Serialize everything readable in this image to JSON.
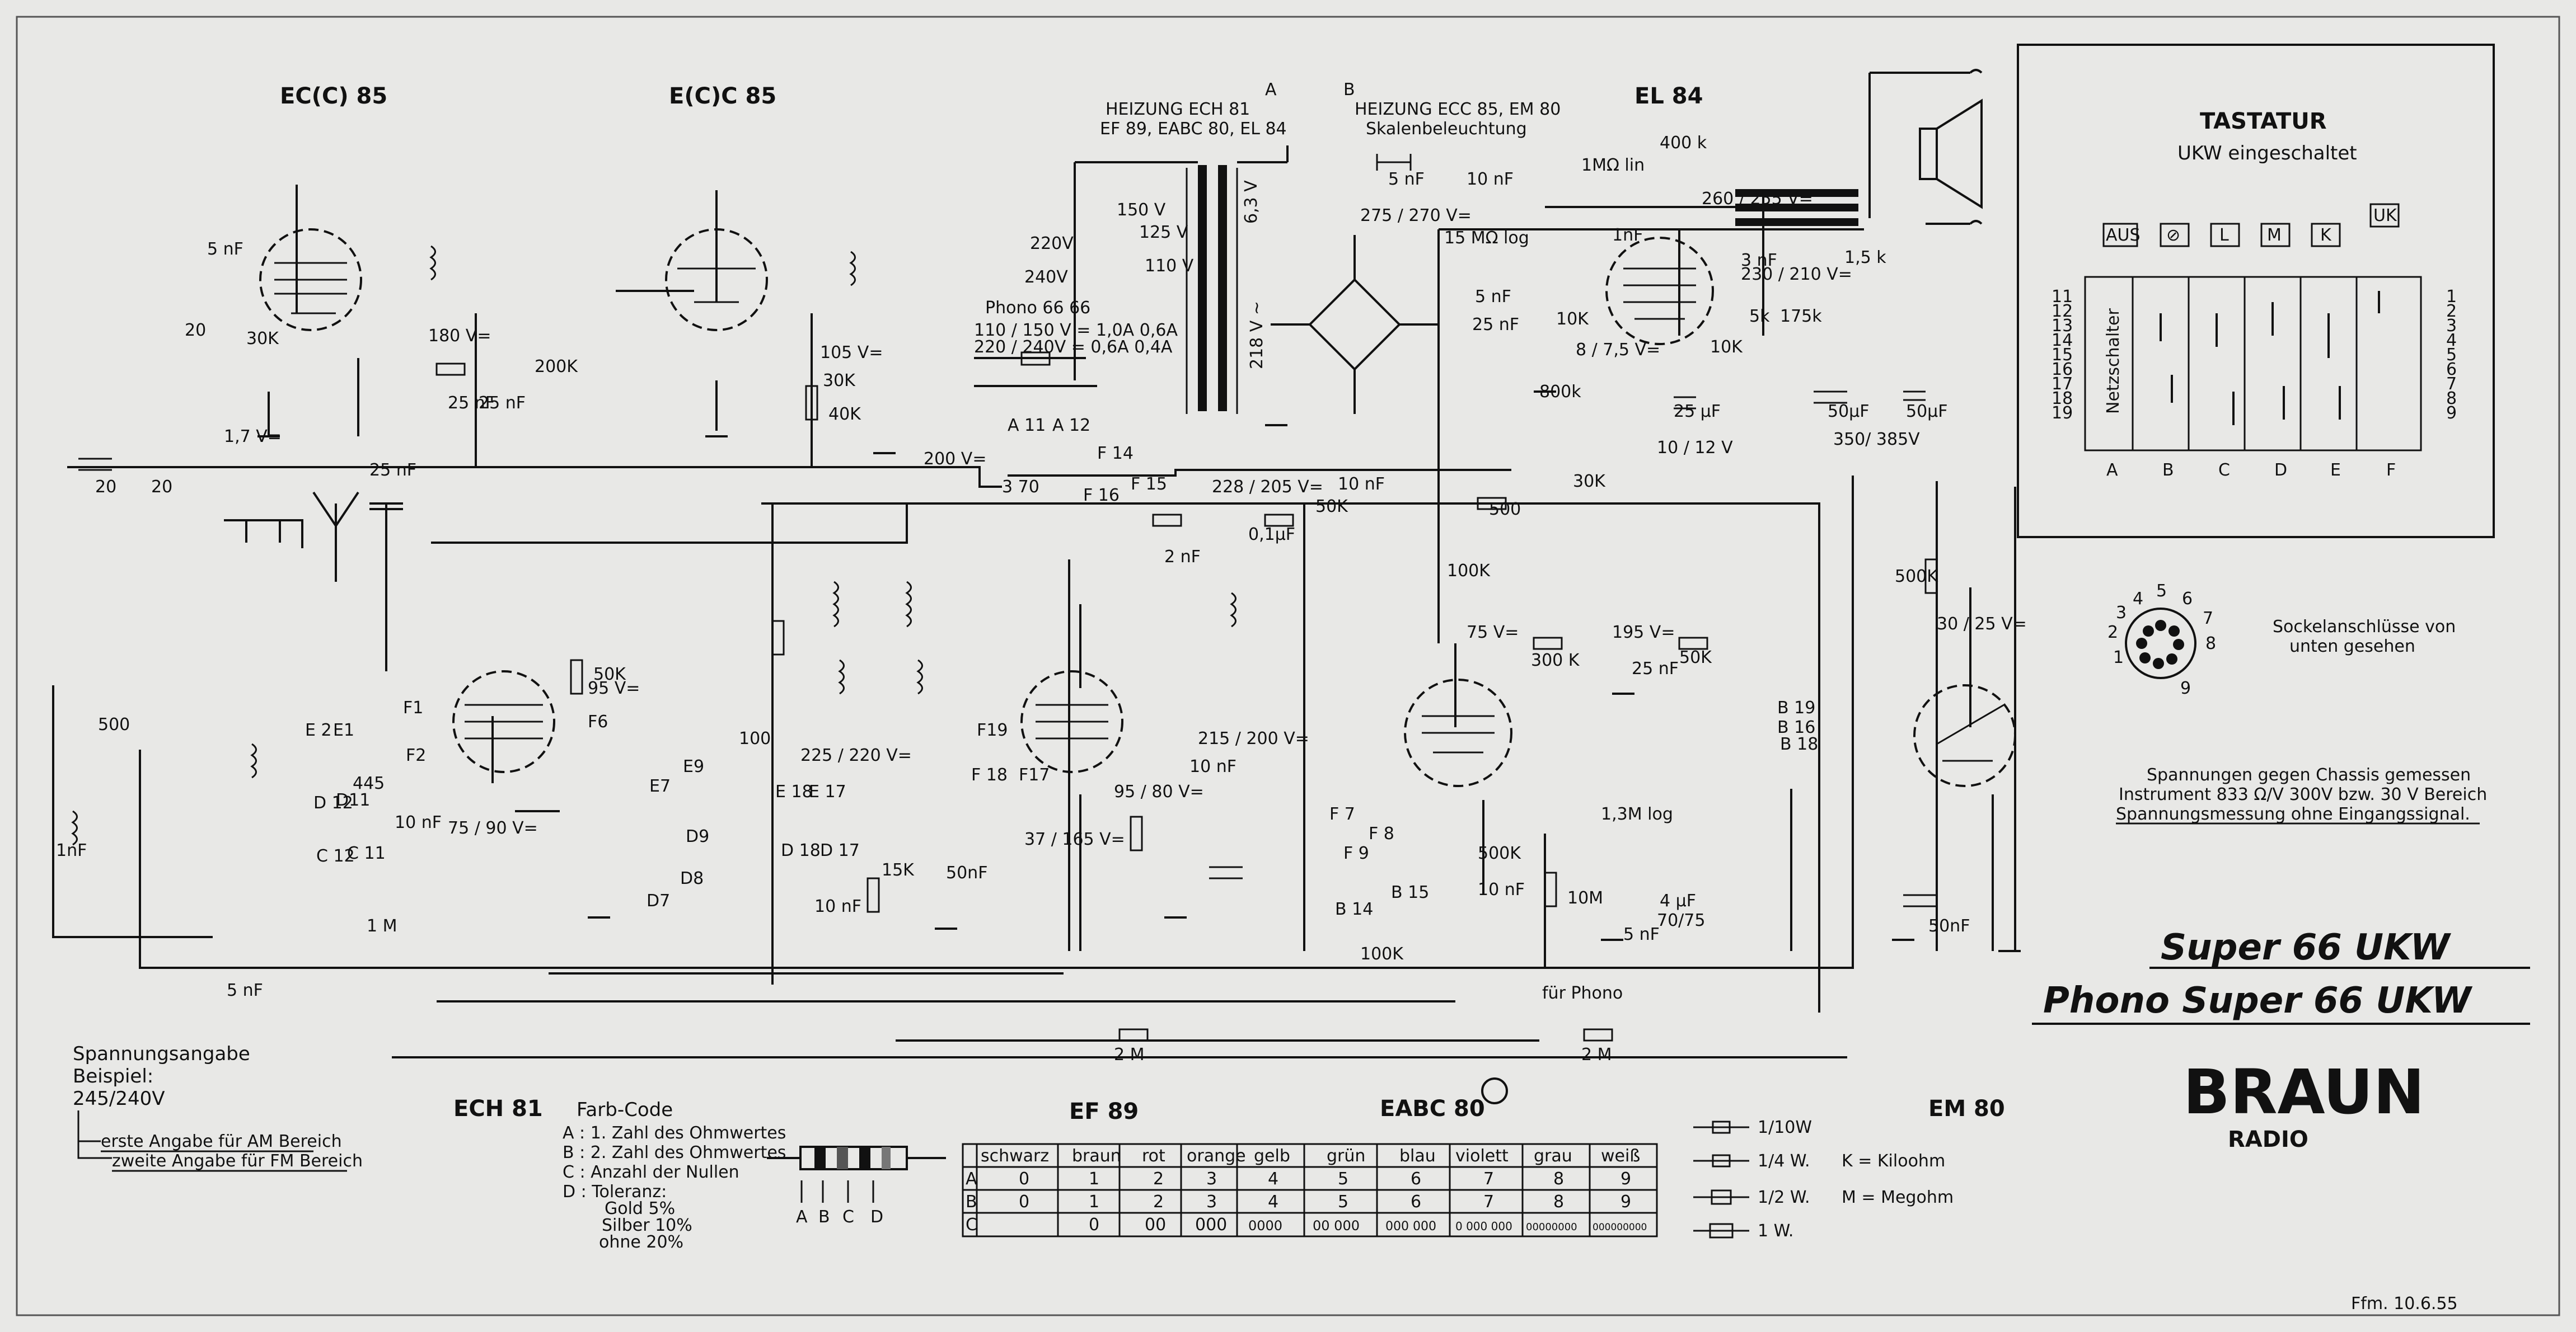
{
  "tubes": {
    "ecc85_a": "EC(C) 85",
    "ecc85_b": "E(C)C 85",
    "el84": "EL 84",
    "ech81": "ECH 81",
    "ef89": "EF 89",
    "eabc80": "EABC 80",
    "em80": "EM 80"
  },
  "heater": {
    "a_title": "HEIZUNG  ECH 81",
    "a_sub": "EF 89, EABC 80, EL 84",
    "b_title": "HEIZUNG  ECC 85, EM 80",
    "b_sub": "Skalenbeleuchtung",
    "a_mark": "A",
    "b_mark": "B"
  },
  "mains": {
    "v220": "220V",
    "v240": "240V",
    "v150": "150 V",
    "v125": "125 V",
    "v110": "110 V",
    "phono": "Phono  66     66",
    "current1": "110 / 150 V = 1,0A   0,6A",
    "current2": "220 / 240V = 0,6A   0,4A",
    "a11": "A 11",
    "a12": "A 12",
    "sec63": "6,3 V",
    "sec218": "218 V ~",
    "v275": "275 / 270 V=",
    "v200": "200 V=",
    "v228": "228 / 205 V=",
    "v195": "195 V=",
    "v75": "75 V=",
    "v105": "105 V=",
    "v180": "180 V=",
    "v95": "95 V=",
    "v225": "225 / 220 V=",
    "v215": "215 / 200 V=",
    "v230": "230 / 210 V=",
    "v260": "260 / 255 V=",
    "v3025": "30 / 25 V=",
    "v7590": "75 / 90 V=",
    "v37165": "37 / 165 V=",
    "v9580": "95 / 80 V=",
    "v875": "8 / 7,5 V=",
    "v1012": "10 / 12 V",
    "v17": "1,7 V="
  },
  "components": {
    "r30k": "30K",
    "r10k": "10K",
    "r50k": "50K",
    "r100k": "100K",
    "r500k": "500K",
    "r2m": "2 M",
    "r1m": "1 M",
    "r15k": "15K",
    "r40k": "40K",
    "r800k": "800k",
    "r400k": "400 k",
    "r300k": "300 K",
    "r10m": "10M",
    "r13m": "1,3M log",
    "r1mlin": "1MΩ lin",
    "r15mlog": "15 MΩ   log",
    "r200k": "200K",
    "r5k": "5k",
    "c25nf": "25 nF",
    "c5nf": "5 nF",
    "c10nf": "10 nF",
    "c50nf": "50nF",
    "c1nf": "1nF",
    "c3nf": "3 nF",
    "c20": "20",
    "c500": "500",
    "c100": "100",
    "c50uf": "50µF",
    "c25uf": "25 µF",
    "c4uf": "4 µF",
    "c350": "350/ 385V",
    "c7075": "70/75",
    "c370": "3 70",
    "c445": "445",
    "c2nf": "2 nF",
    "c01uf": "0,1µF",
    "c15k": "1,5 k",
    "c175k": "175k",
    "c800": "800",
    "c800k": "800k"
  },
  "bus": {
    "f14": "F 14",
    "f15": "F 15",
    "f16": "F 16",
    "f17": "F17",
    "f18": "F 18",
    "f19": "F19",
    "f1": "F1",
    "f2": "F2",
    "f6": "F6",
    "f7": "F 7",
    "f8": "F 8",
    "f9": "F 9",
    "b14": "B 14",
    "b15": "B 15",
    "b16": "B 16",
    "b18": "B 18",
    "b19": "B 19",
    "e1": "E1",
    "e2": "E 2",
    "e17": "E 17",
    "e18": "E 18",
    "d7": "D7",
    "d8": "D8",
    "d11": "D11",
    "d12": "D 12",
    "d17": "D 17",
    "d18": "D 18",
    "e7": "E7",
    "e9": "E9",
    "c11": "C 11",
    "c12": "C 12",
    "d9": "D9"
  },
  "tastatur": {
    "title": "TASTATUR",
    "sub": "UKW eingeschaltet",
    "keys": [
      "AUS",
      "⊘",
      "L",
      "M",
      "K",
      "UK"
    ],
    "netz": "Netzschalter",
    "left_nums": [
      "11",
      "12",
      "13",
      "14",
      "15",
      "16",
      "17",
      "18",
      "19"
    ],
    "right_nums": [
      "1",
      "2",
      "3",
      "4",
      "5",
      "6",
      "7",
      "8",
      "9"
    ],
    "cols": [
      "A",
      "B",
      "C",
      "D",
      "E",
      "F"
    ]
  },
  "socket": {
    "caption1": "Sockelanschlüsse von",
    "caption2": "unten gesehen",
    "pins": [
      "1",
      "2",
      "3",
      "4",
      "5",
      "6",
      "7",
      "8",
      "9"
    ]
  },
  "note": {
    "line1": "Spannungen gegen Chassis gemessen",
    "line2": "Instrument 833 Ω/V   300V bzw.  30 V Bereich",
    "line3": "Spannungsmessung  ohne Eingangssignal."
  },
  "product": {
    "line1": "Super 66 UKW",
    "line2": "Phono  Super  66    UKW",
    "brand": "BRAUN",
    "radio": "RADIO"
  },
  "spannung": {
    "title": "Spannungsangabe",
    "beispiel": "Beispiel:",
    "example": "245/240V",
    "first": "erste Angabe für AM Bereich",
    "second": "zweite Angabe für FM Bereich"
  },
  "farbcode": {
    "title": "Farb-Code",
    "a": "A : 1. Zahl des Ohmwertes",
    "b": "B : 2. Zahl des Ohmwertes",
    "c": "C : Anzahl der Nullen",
    "d": "D : Toleranz:",
    "gold": "Gold  5%",
    "silber": "Silber 10%",
    "ohne": "ohne 20%",
    "markers": [
      "A",
      "B",
      "C",
      "D"
    ]
  },
  "color_table": {
    "headers": [
      "",
      "schwarz",
      "braun",
      "rot",
      "orange",
      "gelb",
      "grün",
      "blau",
      "violett",
      "grau",
      "weiß"
    ],
    "rows": [
      [
        "A",
        "0",
        "1",
        "2",
        "3",
        "4",
        "5",
        "6",
        "7",
        "8",
        "9"
      ],
      [
        "B",
        "0",
        "1",
        "2",
        "3",
        "4",
        "5",
        "6",
        "7",
        "8",
        "9"
      ],
      [
        "C",
        "",
        "0",
        "00",
        "000",
        "0000",
        "00 000",
        "000 000",
        "0 000 000",
        "00000000",
        "000000000"
      ]
    ]
  },
  "wattage": {
    "w110": "1/10W",
    "w14": "1/4  W.",
    "w12": "1/2  W.",
    "w1": "1    W.",
    "kilo": "K = Kiloohm",
    "mega": "M = Megohm"
  },
  "misc": {
    "fur_phono": "für Phono",
    "date": "Ffm. 10.6.55"
  }
}
